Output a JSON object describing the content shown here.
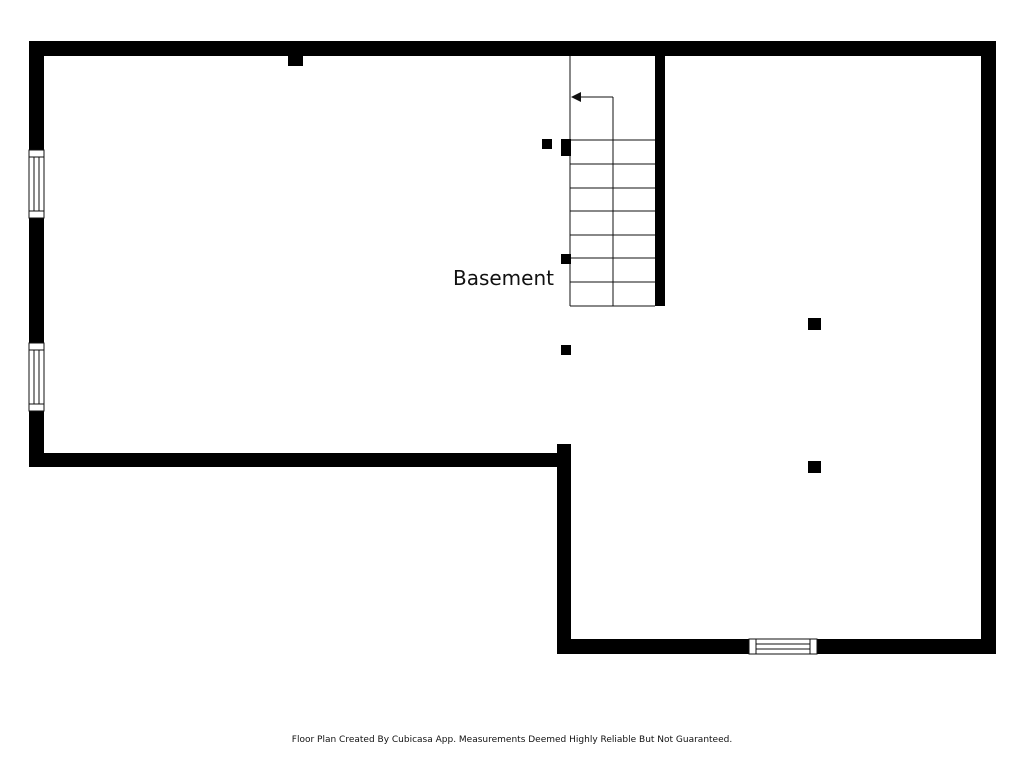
{
  "floor_plan": {
    "room_label": "Basement",
    "footer_note": "Floor Plan Created By Cubicasa App. Measurements Deemed Highly Reliable But Not Guaranteed.",
    "stairs": {
      "step_count": 7,
      "direction": "up"
    },
    "window_count": 3,
    "column_count": 7
  },
  "colors": {
    "wall": "#000000",
    "background": "#ffffff",
    "line": "#111111"
  }
}
